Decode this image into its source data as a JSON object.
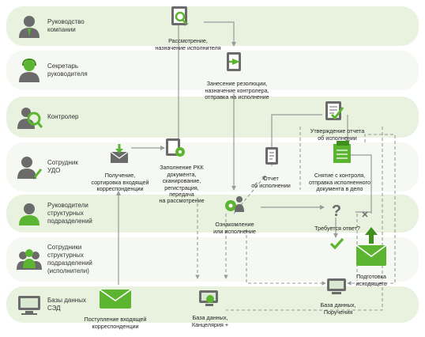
{
  "colors": {
    "lane_green": "#e8f2df",
    "lane_light": "#f6f9f3",
    "accent": "#5cb531",
    "accent_dark": "#3f8f1f",
    "icon_gray": "#6b6b6b",
    "arrow": "#9a9a9a"
  },
  "roles": [
    {
      "label": "Руководство\nкомпании",
      "icon": "manager-icon"
    },
    {
      "label": "Секретарь\nруководителя",
      "icon": "secretary-icon"
    },
    {
      "label": "Контролер",
      "icon": "controller-icon"
    },
    {
      "label": "Сотрудник\nУДО",
      "icon": "clerk-icon"
    },
    {
      "label": "Руководители\nструктурных\nподразделений",
      "icon": "unit-head-icon"
    },
    {
      "label": "Сотрудники\nструктурных\nподразделений\n(исполнители)",
      "icon": "executors-icon"
    },
    {
      "label": "Базы данных\nСЭД",
      "icon": "database-icon"
    }
  ],
  "nodes": {
    "review": "Рассмотрение,\nназначение исполнителя",
    "resolution": "Занесение резолюции,\nназначение контролера,\nотправка на исполнение",
    "approve": "Утверждение отчета\nоб исполнении",
    "receive": "Получение,\nсортировка входящей\nкорреспонденции",
    "fill": "Заполнение РКК\nдокумента,\nсканирование,\nрегистрация,\nпередача\nна рассмотрение",
    "report": "Отчет\nоб исполнении",
    "remove": "Снятие с контроля,\nотправка исполненного\nдокумента в дело",
    "familiarize": "Ознакомление\nили исполнение",
    "reply_q": "Требуется ответ?",
    "outgoing": "Подготовка\nисходящего",
    "incoming": "Поступление входящей\nкорреспонденции",
    "db_office": "База данных,\nКанцелярия +",
    "db_orders": "База данных,\nПоручения"
  },
  "symbols": {
    "question": "?",
    "cross": "✕"
  }
}
